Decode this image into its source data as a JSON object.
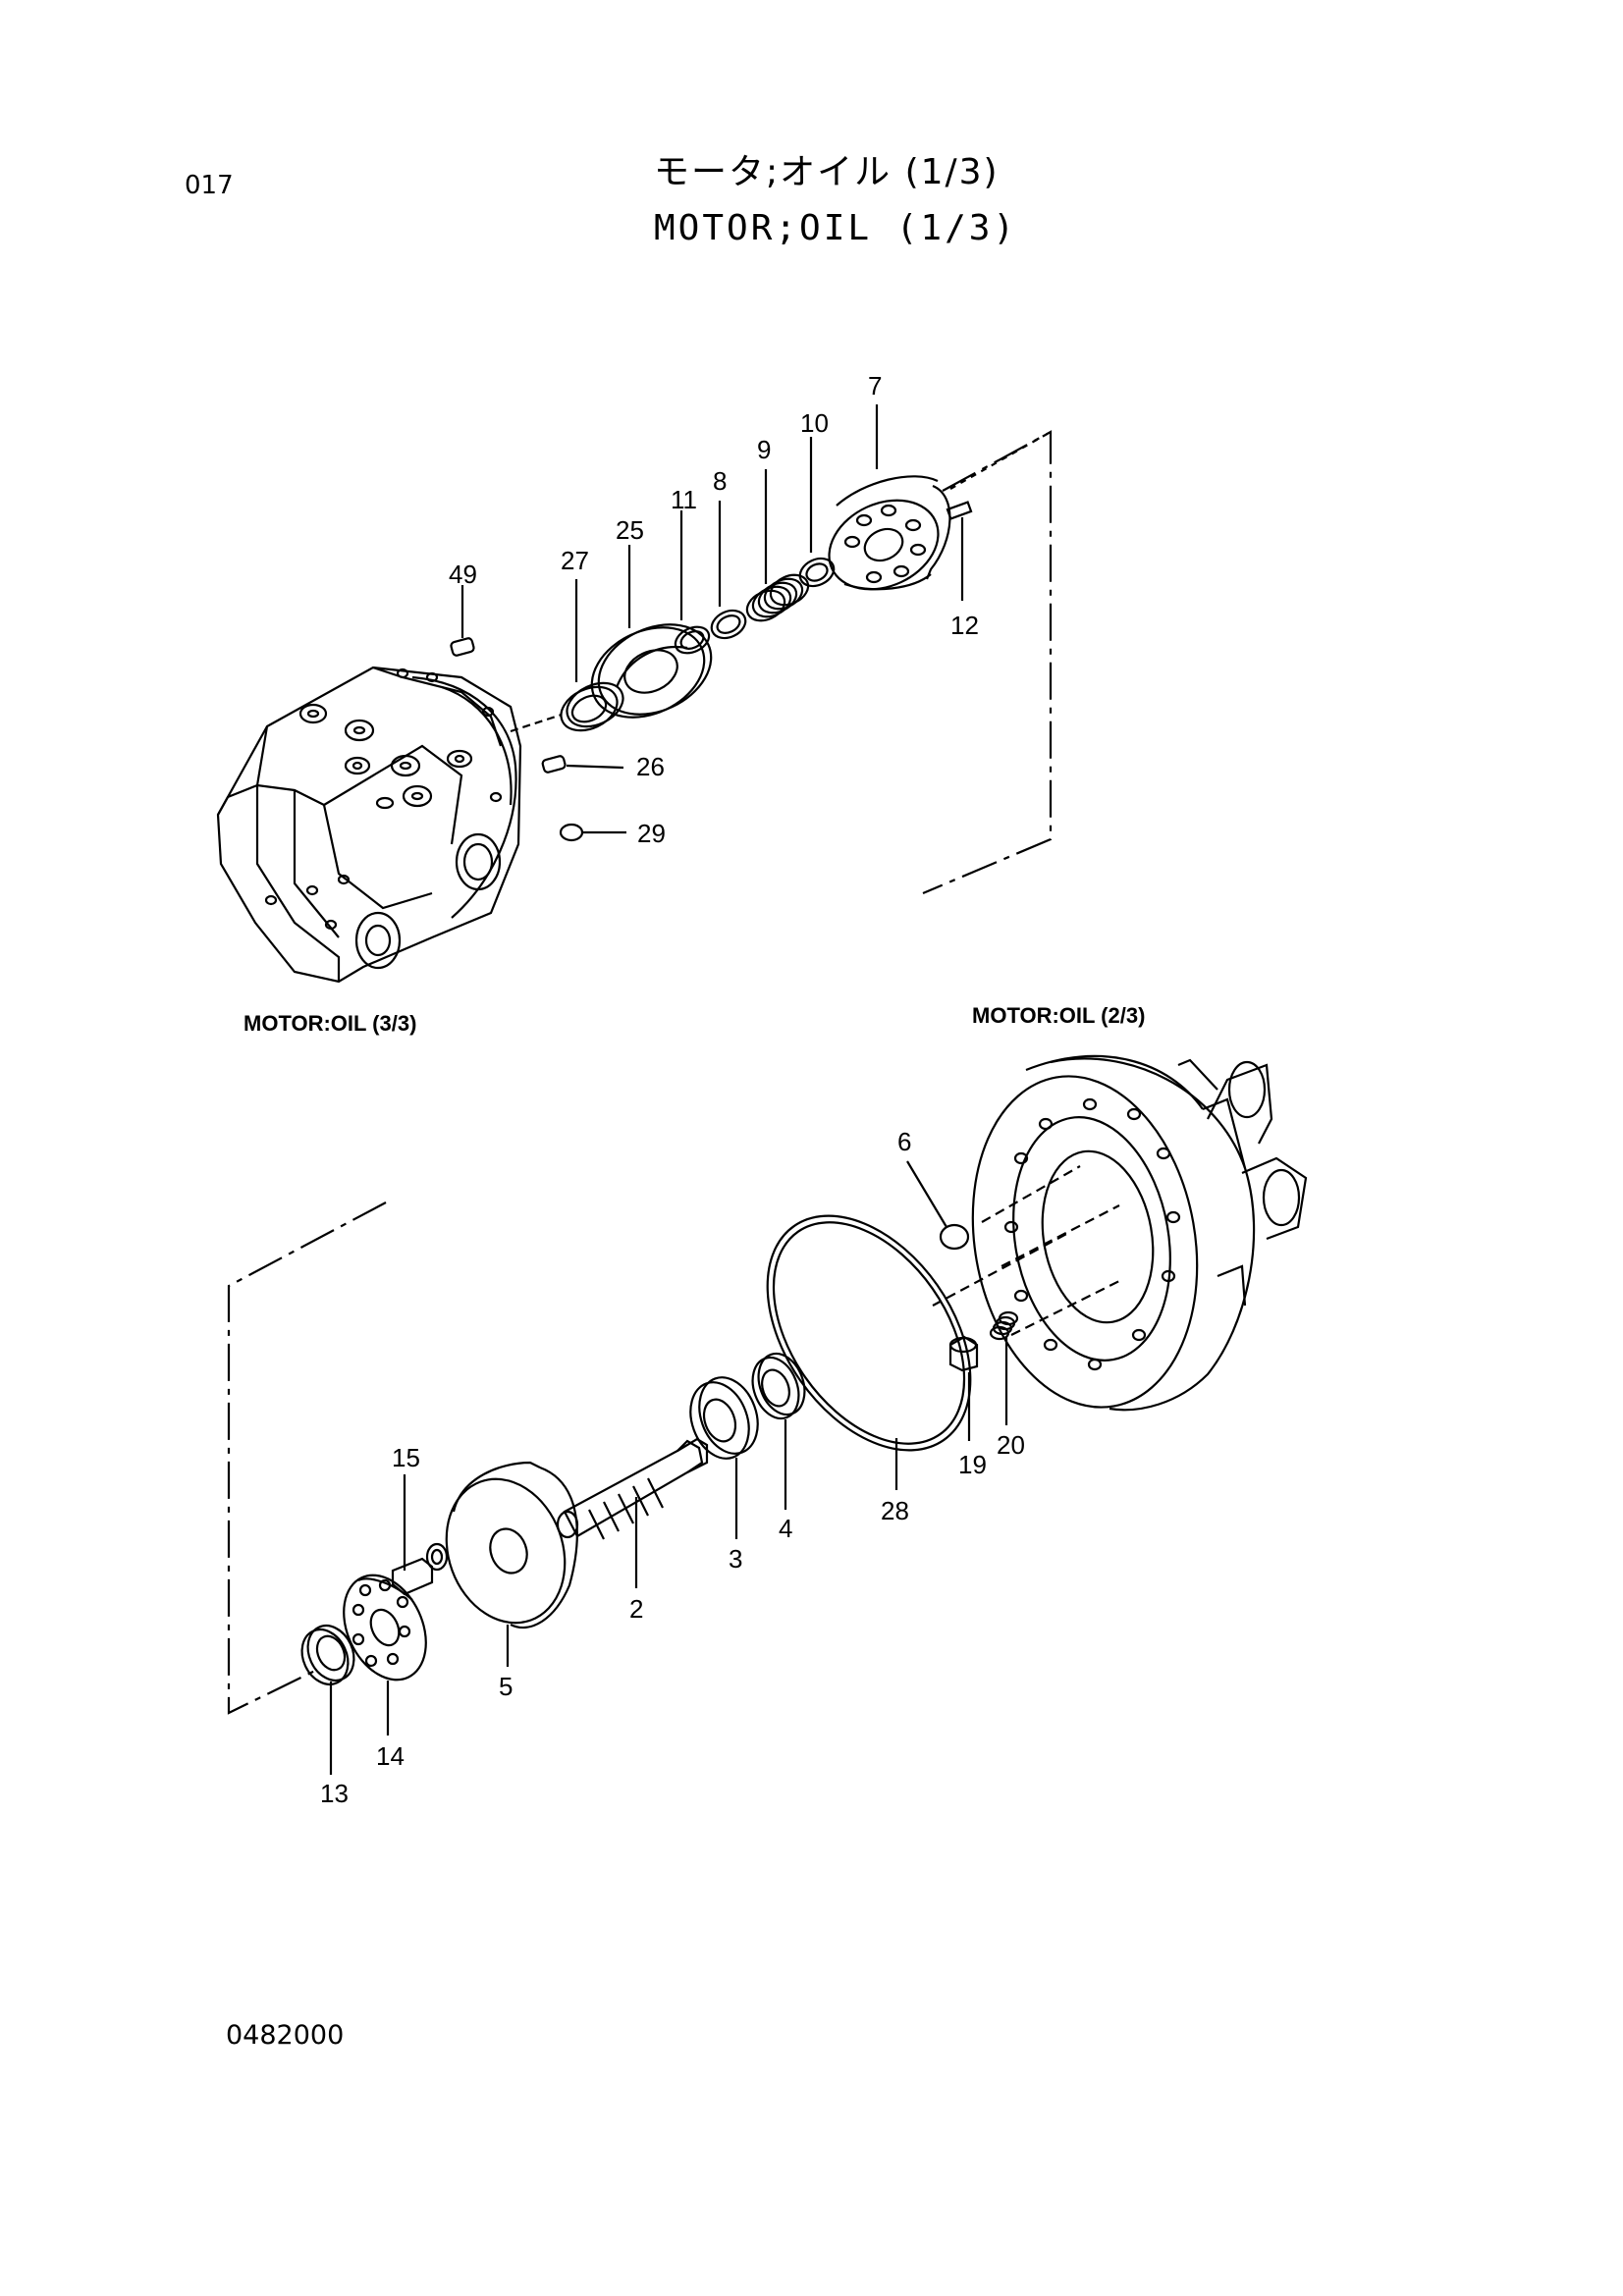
{
  "header": {
    "page_number": "017",
    "title_jp": "モータ;オイル (1/3)",
    "title_en": "MOTOR;OIL (1/3)"
  },
  "references": {
    "ref_3_3": "MOTOR:OIL (3/3)",
    "ref_2_3": "MOTOR:OIL (2/3)"
  },
  "callouts": [
    {
      "id": "7",
      "label": "7"
    },
    {
      "id": "10",
      "label": "10"
    },
    {
      "id": "9",
      "label": "9"
    },
    {
      "id": "8",
      "label": "8"
    },
    {
      "id": "11",
      "label": "11"
    },
    {
      "id": "25",
      "label": "25"
    },
    {
      "id": "27",
      "label": "27"
    },
    {
      "id": "49",
      "label": "49"
    },
    {
      "id": "12",
      "label": "12"
    },
    {
      "id": "26",
      "label": "26"
    },
    {
      "id": "29",
      "label": "29"
    },
    {
      "id": "6",
      "label": "6"
    },
    {
      "id": "19",
      "label": "19"
    },
    {
      "id": "20",
      "label": "20"
    },
    {
      "id": "28",
      "label": "28"
    },
    {
      "id": "4",
      "label": "4"
    },
    {
      "id": "3",
      "label": "3"
    },
    {
      "id": "2",
      "label": "2"
    },
    {
      "id": "15",
      "label": "15"
    },
    {
      "id": "5",
      "label": "5"
    },
    {
      "id": "14",
      "label": "14"
    },
    {
      "id": "13",
      "label": "13"
    }
  ],
  "footer": {
    "document_number": "0482000"
  }
}
